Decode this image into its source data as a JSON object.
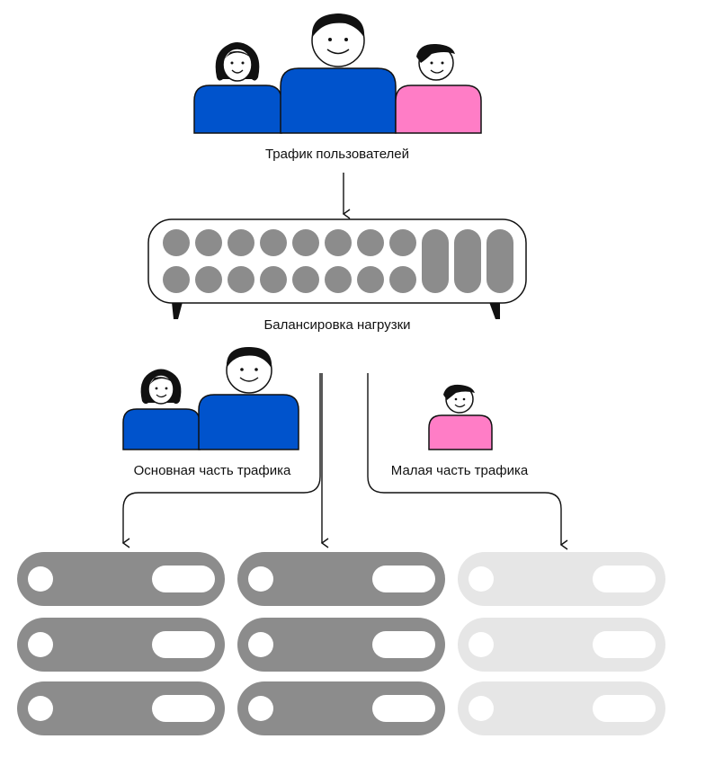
{
  "labels": {
    "user_traffic": "Трафик пользователей",
    "load_balancing": "Балансировка нагрузки",
    "main_traffic": "Основная часть трафика",
    "small_traffic": "Малая часть трафика"
  },
  "colors": {
    "blue": "#0053CC",
    "pink": "#FF7DC6",
    "server_dark": "#8C8C8C",
    "server_light": "#E6E6E6",
    "balancer_dot": "#8C8C8C",
    "stroke": "#111111"
  },
  "server_groups": [
    {
      "name": "main-group-1",
      "style": "dark",
      "units": 3
    },
    {
      "name": "main-group-2",
      "style": "dark",
      "units": 3
    },
    {
      "name": "canary-group",
      "style": "light",
      "units": 3
    }
  ],
  "balancer": {
    "dot_columns": 8,
    "dot_rows": 2,
    "tall_slots": 3
  }
}
